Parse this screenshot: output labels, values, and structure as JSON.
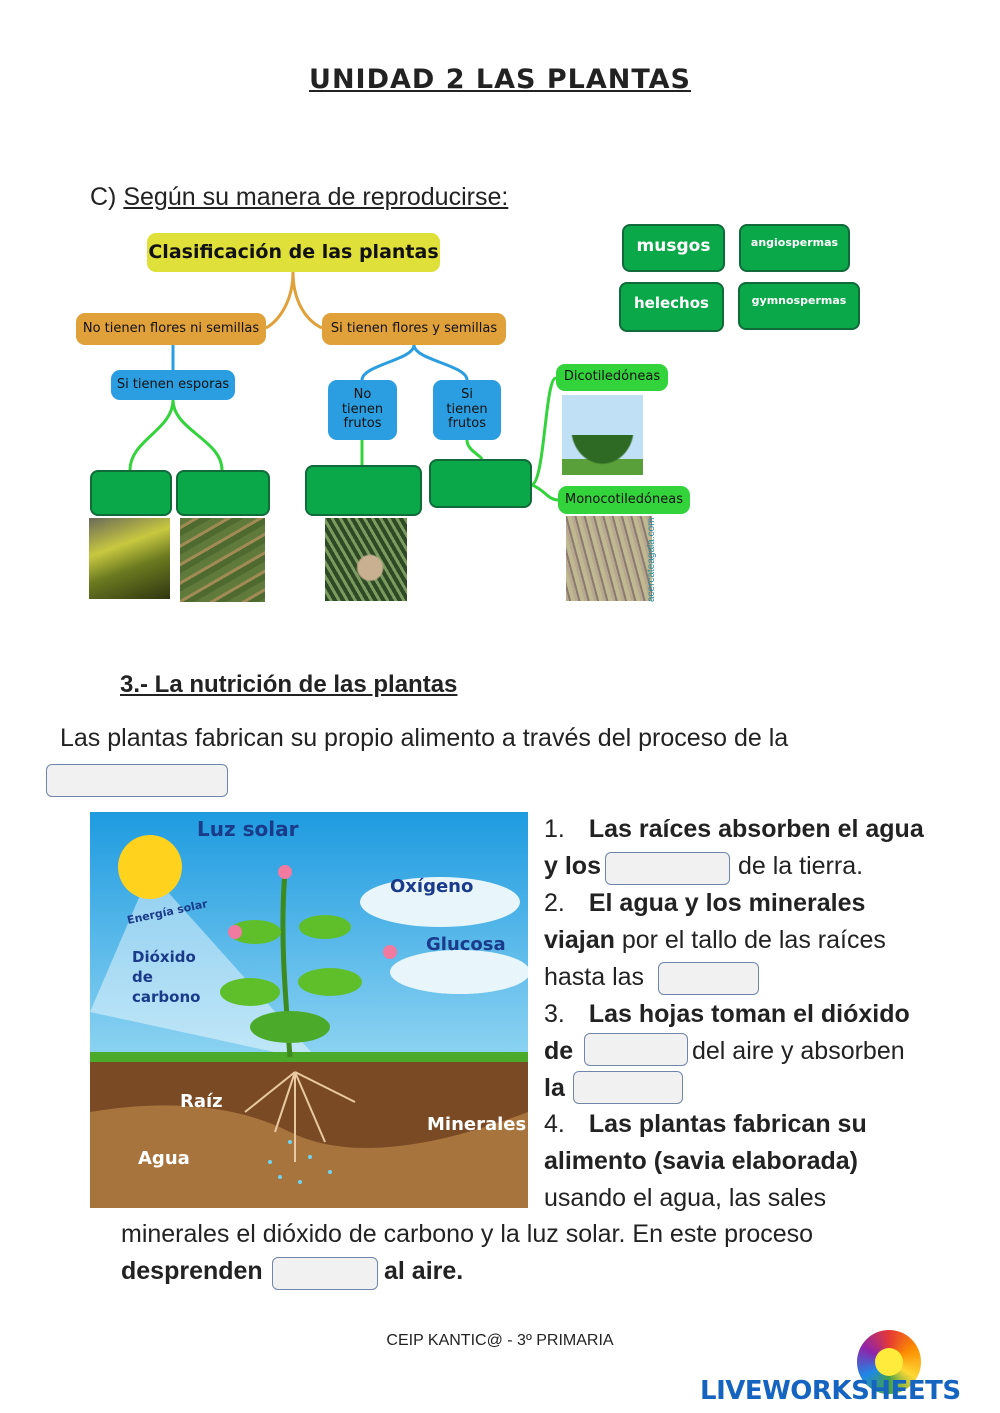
{
  "title": "UNIDAD 2 LAS PLANTAS",
  "section_c": {
    "prefix": "C)",
    "label": "Según su manera de reproducirse:"
  },
  "concept_map": {
    "root": "Clasificación de las plantas",
    "left": "No tienen flores ni semillas",
    "right": "Si tienen flores y semillas",
    "esporas": "Si tienen esporas",
    "no_frutos": "No tienen frutos",
    "si_frutos": "Si tienen frutos",
    "dico": "Dicotiledóneas",
    "mono": "Monocotiledóneas",
    "watermark": "acercateagala.com"
  },
  "word_bank": [
    "musgos",
    "angiospermas",
    "helechos",
    "gymnospermas"
  ],
  "section_3": {
    "heading": "3.- La nutrición de las plantas",
    "intro": "Las plantas fabrican su propio alimento a través del proceso de la"
  },
  "diagram_labels": {
    "sun": "Luz solar",
    "energy": "Energía solar",
    "oxygen": "Oxígeno",
    "glucose": "Glucosa",
    "co2_1": "Dióxido",
    "co2_2": "de",
    "co2_3": "carbono",
    "root": "Raíz",
    "minerals": "Minerales",
    "water": "Agua"
  },
  "steps": {
    "l1a": "1.",
    "l1b": "Las raíces absorben el agua",
    "l2a": "y los",
    "l2b": "de la tierra.",
    "l3a": "2.",
    "l3b": "El agua y los minerales",
    "l4a": "viajan",
    "l4b": " por el tallo de las raíces",
    "l5a": "hasta las",
    "l6a": "3.",
    "l6b": "Las hojas toman el dióxido",
    "l7a": "de",
    "l7b": "del aire y absorben",
    "l8a": "la",
    "l9a": "4.",
    "l9b": "Las plantas fabrican su",
    "l10": "alimento (savia elaborada)",
    "l11": "usando el agua, las sales",
    "l12": "minerales el dióxido de carbono y la luz solar. En este proceso",
    "l13a": "desprenden",
    "l13b": "al aire."
  },
  "footer": "CEIP KANTIC@  -  3º PRIMARIA",
  "logo": "LIVEWORKSHEETS"
}
